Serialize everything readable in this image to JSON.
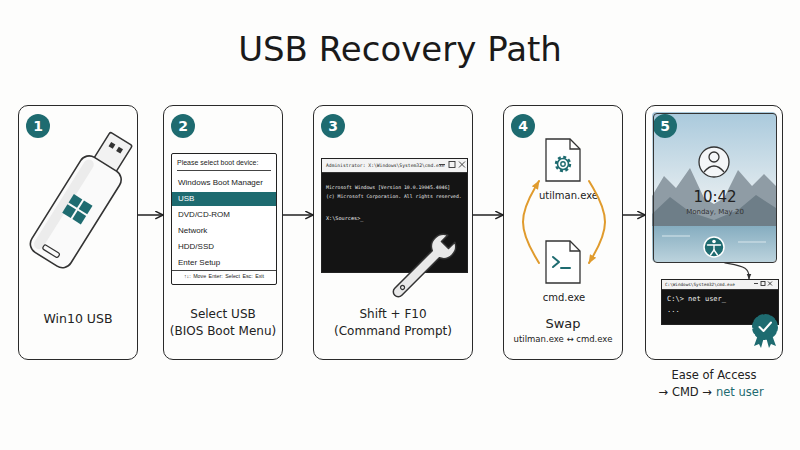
{
  "diagram": {
    "title": "USB Recovery Path",
    "nodes": [
      {
        "text": [
          "1",
          "Win10 USB"
        ]
      },
      {
        "text": [
          "2",
          "Select USB",
          "(BIOS Boot Menu)"
        ]
      },
      {
        "text": [
          "Please select boot device:",
          "Windows Boot Manager",
          "USB",
          "DVD/CD-ROM",
          "Network",
          "HDD/SSD",
          "Enter Setup",
          "↑↓: Move Enter: Select Esc: Exit"
        ],
        "in": 1
      },
      {
        "text": [
          "3",
          "Shift + F10",
          "(Command Prompt)"
        ]
      },
      {
        "text": [
          "Administrator: X:\\Windows\\System32\\cmd.exe",
          "Microsoft Windows [Version 10.0.19045.4046]",
          "(c) Microsoft Corporation. All rights reserved.",
          "X:\\Sources>_"
        ],
        "in": 3
      },
      {
        "text": [
          "4",
          "Swap",
          "utilman.exe ↔ cmd.exe"
        ]
      },
      {
        "text": [
          "utilman.exe"
        ],
        "in": 5
      },
      {
        "text": [
          "cmd.exe"
        ],
        "in": 5
      },
      {
        "text": [
          "5",
          "Ease of Access",
          "→ CMD →",
          "net user"
        ]
      },
      {
        "text": [
          "10:42",
          "Monday, May 20"
        ],
        "in": 8
      },
      {
        "text": [
          "C:\\Windows\\System32\\cmd.exe",
          "C:\\> net user_",
          "..."
        ],
        "in": 8
      }
    ],
    "edges": [
      {
        "from": 0,
        "to": 1,
        "arrow": "to"
      },
      {
        "from": 1,
        "to": 3,
        "arrow": "to"
      },
      {
        "from": 3,
        "to": 5,
        "arrow": "to"
      },
      {
        "from": 5,
        "to": 8,
        "arrow": "to"
      },
      {
        "from": 6,
        "to": 7,
        "arrow": "to"
      },
      {
        "from": 7,
        "to": 6,
        "arrow": "to"
      },
      {
        "from": 9,
        "to": 10,
        "arrow": "to"
      }
    ]
  }
}
